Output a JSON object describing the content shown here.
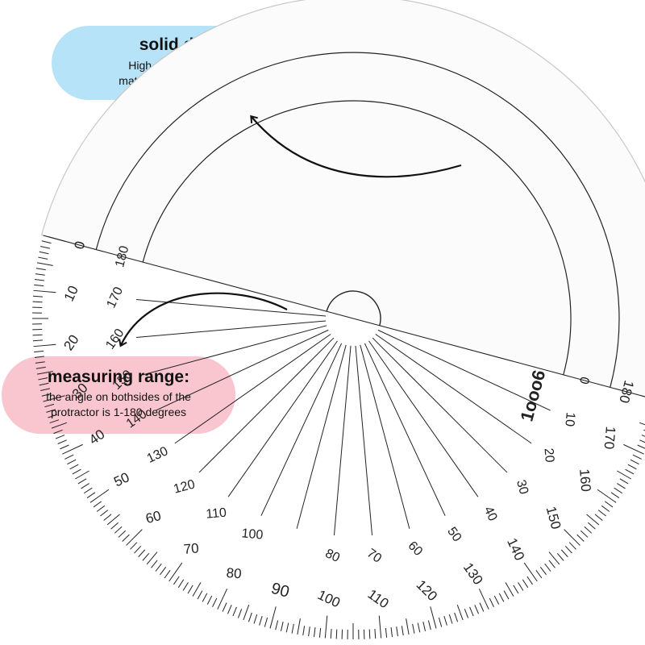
{
  "callouts": {
    "solid_design": {
      "title": "solid design",
      "line1": "High quality PVC plastic",
      "line2": "material, sturdy and durable",
      "color": "#b6e3f7"
    },
    "measuring_range": {
      "title": "measuring range:",
      "line1": "the angle on bothsides of the",
      "line2": "protractor is 1-180 degrees",
      "color": "#f9c6cf"
    }
  },
  "protractor": {
    "brand": "1ooo6",
    "mark_90": "90",
    "range_max": 180,
    "scale_step": 10,
    "ink_color": "#222222"
  }
}
